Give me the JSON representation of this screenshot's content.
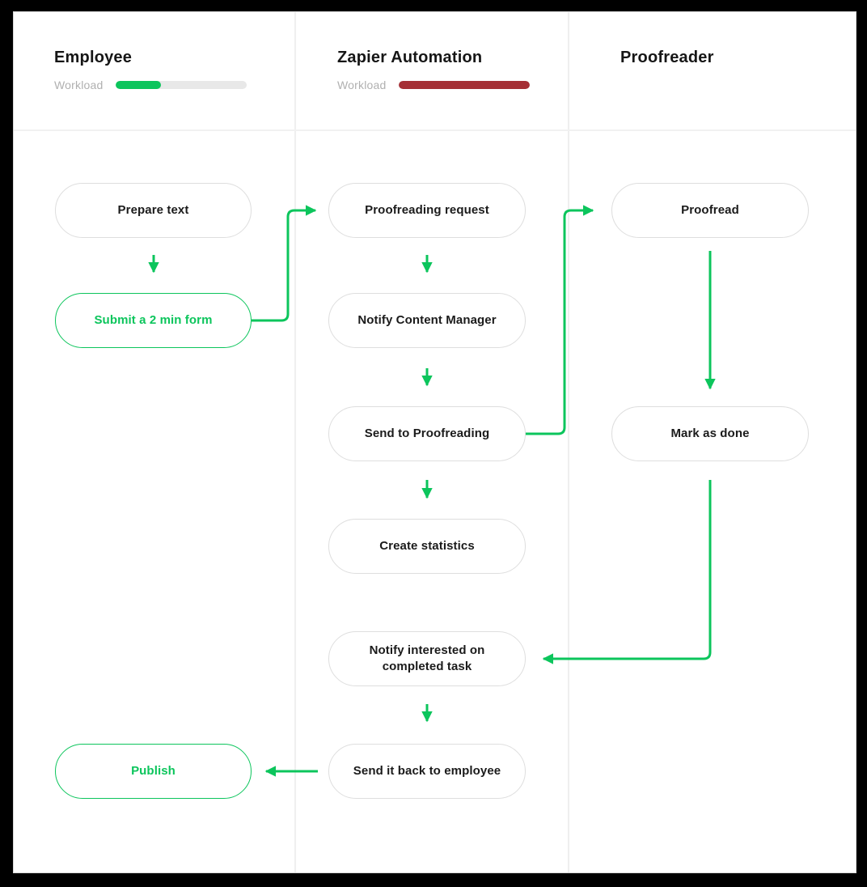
{
  "colors": {
    "accent_green": "#0cc55c",
    "accent_red": "#a52f35",
    "node_border": "#dedede",
    "divider": "#efefef",
    "text_dark": "#1b1b1b",
    "text_muted": "#b0b0b0",
    "track_gray": "#e8e8e8",
    "frame_black": "#000000"
  },
  "lanes": [
    {
      "title": "Employee",
      "workload": {
        "label": "Workload",
        "value_pct": 34,
        "fill_color": "#0cc55c"
      }
    },
    {
      "title": "Zapier Automation",
      "workload": {
        "label": "Workload",
        "value_pct": 100,
        "fill_color": "#a52f35"
      }
    },
    {
      "title": "Proofreader"
    }
  ],
  "nodes": [
    {
      "id": "prepare-text",
      "label": "Prepare text",
      "lane": "Employee",
      "style": "default"
    },
    {
      "id": "submit-form",
      "label": "Submit a 2 min form",
      "lane": "Employee",
      "style": "green-outline"
    },
    {
      "id": "proofreading-request",
      "label": "Proofreading request",
      "lane": "Zapier Automation",
      "style": "default"
    },
    {
      "id": "notify-content-manager",
      "label": "Notify Content Manager",
      "lane": "Zapier Automation",
      "style": "default"
    },
    {
      "id": "send-to-proofreading",
      "label": "Send to Proofreading",
      "lane": "Zapier Automation",
      "style": "default"
    },
    {
      "id": "create-statistics",
      "label": "Create statistics",
      "lane": "Zapier Automation",
      "style": "default"
    },
    {
      "id": "notify-interested",
      "label": "Notify interested on completed task",
      "lane": "Zapier Automation",
      "style": "default"
    },
    {
      "id": "send-back",
      "label": "Send it back to employee",
      "lane": "Zapier Automation",
      "style": "default"
    },
    {
      "id": "proofread",
      "label": "Proofread",
      "lane": "Proofreader",
      "style": "default"
    },
    {
      "id": "mark-as-done",
      "label": "Mark as done",
      "lane": "Proofreader",
      "style": "default"
    },
    {
      "id": "publish",
      "label": "Publish",
      "lane": "Employee",
      "style": "green-outline"
    }
  ],
  "edges": [
    {
      "from": "prepare-text",
      "to": "submit-form"
    },
    {
      "from": "submit-form",
      "to": "proofreading-request"
    },
    {
      "from": "proofreading-request",
      "to": "notify-content-manager"
    },
    {
      "from": "notify-content-manager",
      "to": "send-to-proofreading"
    },
    {
      "from": "send-to-proofreading",
      "to": "create-statistics"
    },
    {
      "from": "send-to-proofreading",
      "to": "proofread"
    },
    {
      "from": "proofread",
      "to": "mark-as-done"
    },
    {
      "from": "mark-as-done",
      "to": "notify-interested"
    },
    {
      "from": "notify-interested",
      "to": "send-back"
    },
    {
      "from": "send-back",
      "to": "publish"
    }
  ]
}
